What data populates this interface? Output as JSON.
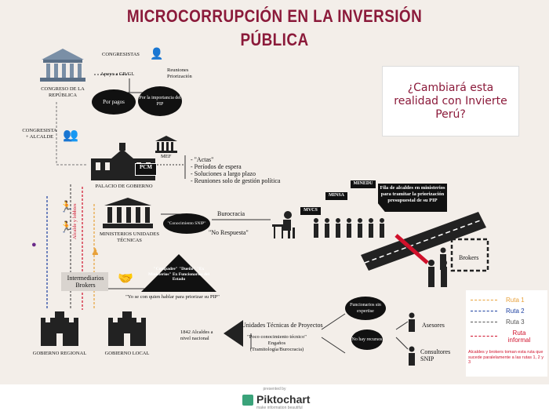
{
  "title": {
    "line1": "MICROCORRUPCIÓN EN LA INVERSIÓN",
    "line2": "PÚBLICA"
  },
  "callout": {
    "text": "¿Cambiará esta realidad con Invierte Perú?"
  },
  "nodes": {
    "congresistas": "CONGRESISTAS",
    "congreso": "CONGRESO DE LA REPÚBLICA",
    "apoyo": "Apoyo a GR/GL",
    "reuniones": "Reuniones",
    "priorizacion": "Priorización",
    "por_pagos": "Por pagos",
    "por_importancia": "Por la importancia del PIP",
    "congresista_alcalde": "CONGRESISTA + ALCALDE",
    "mef": "MEF",
    "palacio": "PALACIO DE GOBIERNO",
    "pcm": "PCM",
    "actas": "- \"Actas\"",
    "periodos": "- Períodos de espera",
    "soluciones": "- Soluciones a largo plazo",
    "reuniones_gestion": "- Reuniones solo de gestión política",
    "ministerios": "MINISTERIOS UNIDADES TÉCNICAS",
    "conocimiento": "\"Conocimiento SNIP\"",
    "burocracia": "Burocracia",
    "no_respuesta": "\"No Respuesta\"",
    "alcalde_lobbies": "Alcalde y lobbies",
    "mvcs": "MVCS",
    "minsa": "MINSA",
    "minedu": "MINEDU",
    "fila": "Fila de alcaldes en ministerios para tramitar la priorización presupuestal de su PIP",
    "brokers": "Brokers",
    "intermediarios": "Intermediarios Brokers",
    "compadre": "\"Compadre\" \"Dueño\" \"Ex Ministerios\" Ex Funcionarios del Estado",
    "yo_se": "\"Yo se con quien hablar para priorizar su PIP\"",
    "gob_regional": "GOBIERNO REGIONAL",
    "gob_local": "GOBIERNO LOCAL",
    "alcaldes_1842": "1842 Alcaldes a nivel nacional",
    "unidades": "Unidades Técnicas de Proyectos",
    "poco_conocimiento": "\"Poco conocimiento técnico\"",
    "engaños": "Engaños",
    "tramitologia": "(Tramitología/Burocracia)",
    "funcionarios": "Funcionarios sin expertise",
    "no_hay": "No hay recursos",
    "asesores": "Asesores",
    "consultores": "Consultores SNIP"
  },
  "legend": {
    "ruta1": "Ruta 1",
    "ruta2": "Ruta 2",
    "ruta3": "Ruta 3",
    "ruta_informal": "Ruta informal",
    "note": "Alcaldes y brokers toman esta ruta que sucede paralelamente a las rutas 1, 2 y 3"
  },
  "footer": {
    "created": "presented by",
    "brand": "Piktochart",
    "tagline": "make information beautiful"
  },
  "colors": {
    "title": "#8b1a3a",
    "ruta1": "#e8a13a",
    "ruta2": "#1b3fa0",
    "ruta3": "#555555",
    "informal": "#d0112b",
    "background": "#f3eee9"
  }
}
